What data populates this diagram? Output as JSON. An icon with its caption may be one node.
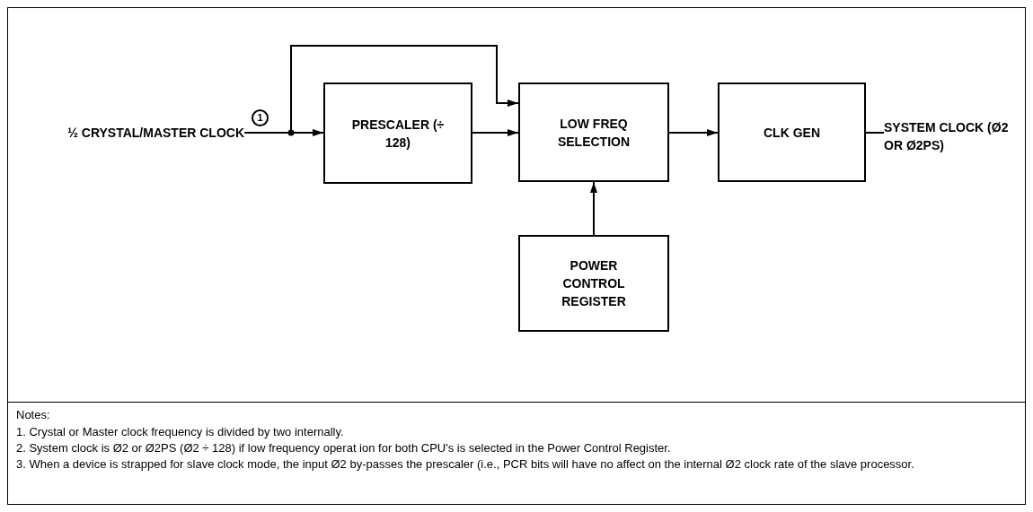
{
  "diagram": {
    "nodes": [
      {
        "text": [
          "½ CRYSTAL/MASTER CLOCK"
        ]
      },
      {
        "text": [
          "PRESCALER (÷ 128)"
        ]
      },
      {
        "text": [
          "LOW FREQ SELECTION"
        ]
      },
      {
        "text": [
          "CLK GEN"
        ]
      },
      {
        "text": [
          "SYSTEM CLOCK (Ø2 OR Ø2PS)"
        ]
      },
      {
        "text": [
          "POWER CONTROL REGISTER"
        ]
      }
    ],
    "edges": [
      {
        "from": 0,
        "to": 1,
        "arrow": "to"
      },
      {
        "from": 0,
        "to": 2,
        "arrow": "to"
      },
      {
        "from": 1,
        "to": 2,
        "arrow": "to"
      },
      {
        "from": 2,
        "to": 3,
        "arrow": "to"
      },
      {
        "from": 5,
        "to": 2,
        "arrow": "to"
      },
      {
        "from": 3,
        "to": 4,
        "arrow": "none"
      }
    ],
    "labels": [
      "1",
      "Notes:",
      "1. Crystal or Master clock frequency is divided by two internally.",
      "2. System clock is Ø2 or Ø2PS (Ø2 ÷ 128) if low frequency operat ion for both CPU's is selected in the Power Control Register.",
      "3. When a device is strapped for slave clock mode, the input Ø2 by-passes the prescaler (i.e., PCR bits will have no affect on the internal Ø2 clock rate of the slave processor."
    ]
  }
}
